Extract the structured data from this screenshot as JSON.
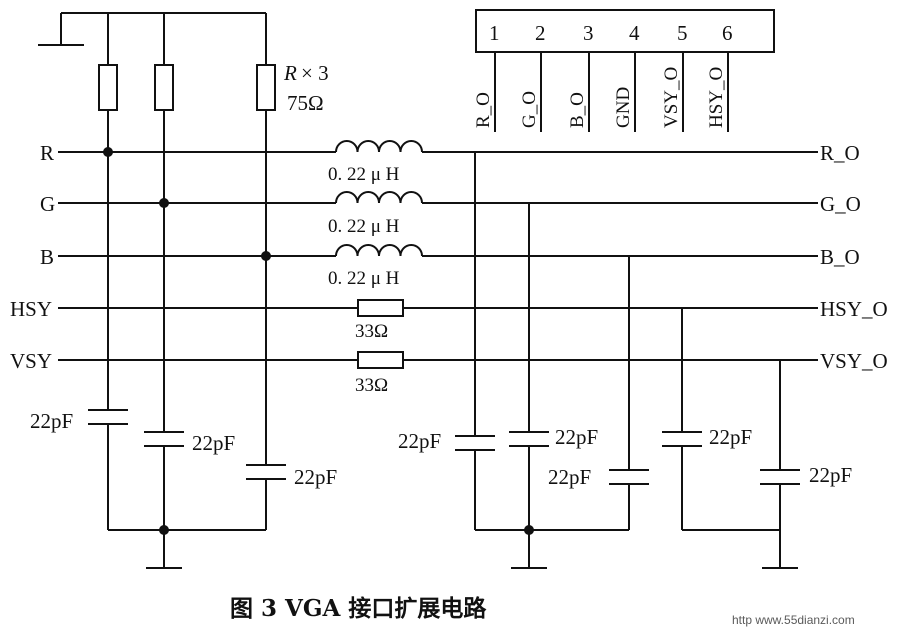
{
  "signals_in": [
    "R",
    "G",
    "B",
    "HSY",
    "VSY"
  ],
  "signals_out": [
    "R_O",
    "G_O",
    "B_O",
    "HSY_O",
    "VSY_O"
  ],
  "resistor_note": {
    "prefix": "R",
    "suffix": "× 3",
    "value": "75Ω"
  },
  "inductor_label": "0. 22 μ H",
  "series_resistor_label": "33Ω",
  "capacitor_label": "22pF",
  "connector": {
    "pin_numbers": [
      "1",
      "2",
      "3",
      "4",
      "5",
      "6"
    ],
    "pin_names": [
      "R_O",
      "G_O",
      "B_O",
      "GND",
      "VSY_O",
      "HSY_O"
    ]
  },
  "caption": "图 3  VGA 接口扩展电路",
  "watermark": "http   www.55dianzi.com"
}
